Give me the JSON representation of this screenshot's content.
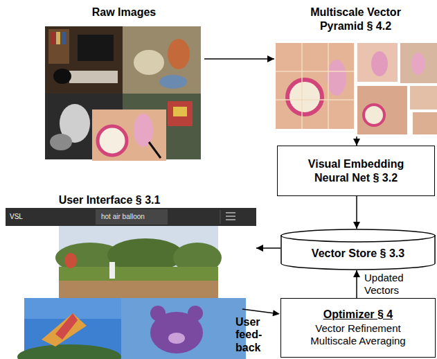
{
  "diagram": {
    "nodes": [
      {
        "text": [
          "Raw Images"
        ]
      },
      {
        "text": [
          "Multiscale Vector Pyramid § 4.2"
        ]
      },
      {
        "text": [
          "Visual Embedding Neural Net § 3.2"
        ]
      },
      {
        "text": [
          "User Interface § 3.1"
        ]
      },
      {
        "text": [
          "Vector Store § 3.3"
        ]
      },
      {
        "text": [
          "Optimizer § 4",
          "Vector Refinement Multiscale Averaging"
        ]
      }
    ],
    "edges": [
      {
        "from": 0,
        "to": 1,
        "arrow": "to"
      },
      {
        "from": 1,
        "to": 2,
        "arrow": "to"
      },
      {
        "from": 2,
        "to": 4,
        "arrow": "to"
      },
      {
        "from": 4,
        "to": 3,
        "arrow": "to"
      },
      {
        "from": 5,
        "to": 4,
        "label": "Updated Vectors",
        "arrow": "to"
      }
    ],
    "labels": [
      "VSL",
      "hot air balloon",
      "User feed- back"
    ]
  }
}
